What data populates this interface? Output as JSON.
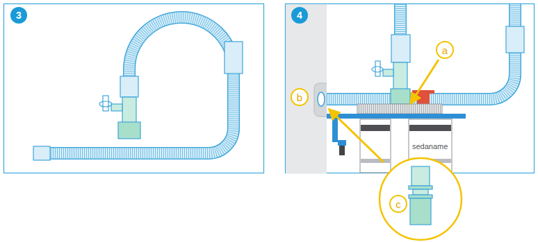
{
  "diagram": {
    "labels": [
      "3",
      "4",
      "a",
      "b",
      "c",
      "sedaname"
    ]
  }
}
